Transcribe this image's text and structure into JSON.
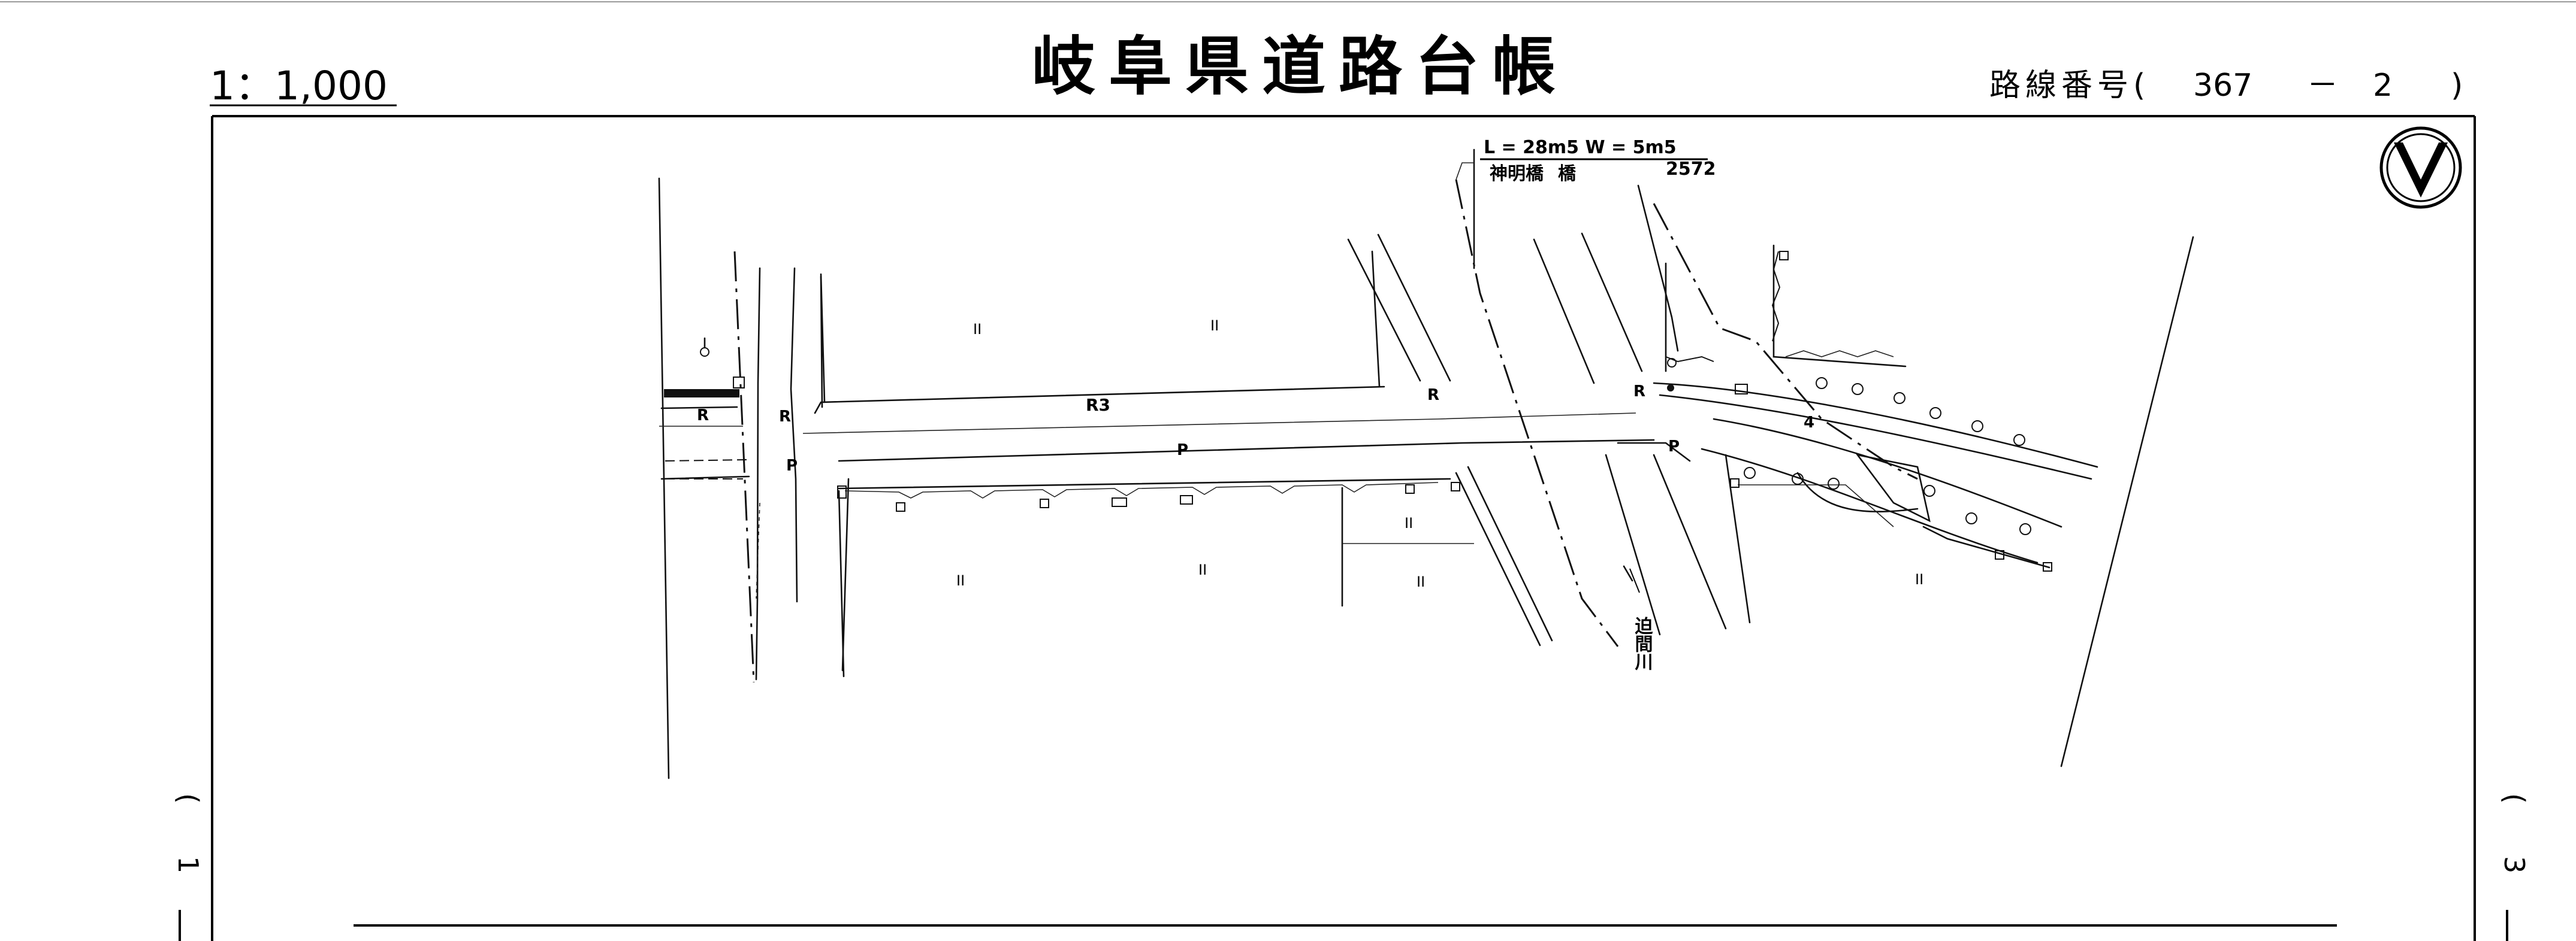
{
  "sheet": {
    "scale": "1：1,000",
    "title": "岐阜県道路台帳",
    "route_prefix": "路線番号(",
    "route_number": "367",
    "route_dash": "－",
    "route_branch": "2",
    "route_suffix": ")",
    "page_left": "(",
    "page_left_mark": "1",
    "page_right": "(",
    "page_right_mark": "3"
  },
  "map": {
    "bridge_dims": "L = 28m5  W = 5m5",
    "bridge_name": "神明橋",
    "bridge_label": "橋",
    "bridge_number": "2572",
    "river_name": "迫間川",
    "road_marks": {
      "r1": "R",
      "r2": "R",
      "r3": "R3",
      "r4": "R",
      "r5": "R",
      "p1": "P",
      "p2": "P",
      "p3": "P",
      "num4": "4"
    },
    "land_marks": [
      "II",
      "II",
      "II",
      "II",
      "II",
      "II",
      "II"
    ]
  },
  "colors": {
    "ink": "#000000",
    "paper": "#ffffff"
  },
  "icons": {
    "north_arrow": "north-arrow-icon"
  }
}
